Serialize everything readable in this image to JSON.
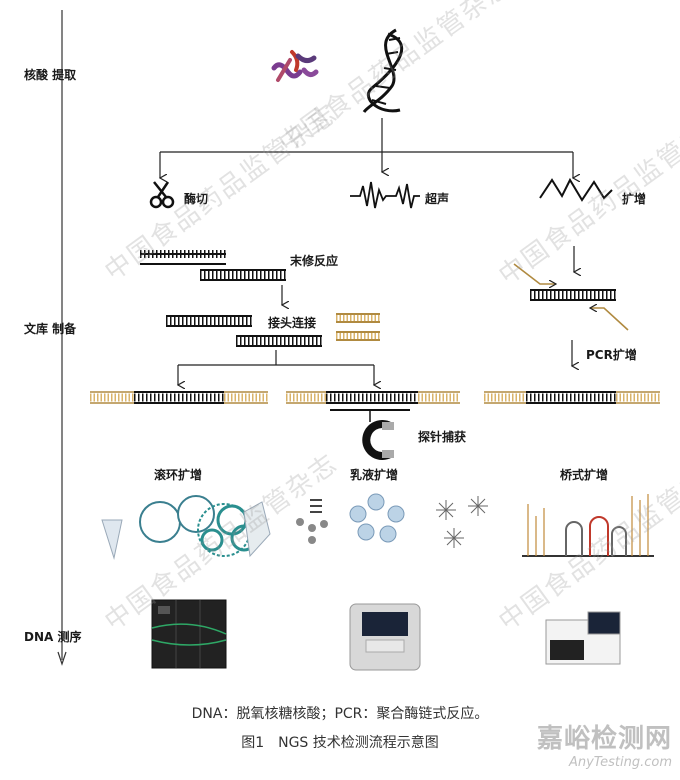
{
  "stages": {
    "extraction": "核酸 提取",
    "library": "文库 制备",
    "sequencing": "DNA 测序"
  },
  "fragmentation": {
    "enzyme": "酶切",
    "ultrasound": "超声",
    "amplification": "扩增"
  },
  "library_steps": {
    "end_repair": "末修反应",
    "adapter_ligation": "接头连接",
    "pcr_amplification": "PCR扩增",
    "probe_capture": "探针捕获"
  },
  "template_amplification": {
    "rolling_circle": "滚环扩增",
    "emulsion": "乳液扩增",
    "bridge": "桥式扩增"
  },
  "caption": {
    "abbreviations": "DNA：脱氧核糖核酸；PCR：聚合酶链式反应。",
    "figure_title": "图1　NGS 技术检测流程示意图"
  },
  "watermark": {
    "text": "中国食品药品监管杂志",
    "corner_cn": "嘉峪检测网",
    "corner_en": "AnyTesting.com"
  },
  "colors": {
    "dna_black": "#111111",
    "adapter_tan": "#d9b36a",
    "dna_purple": "#7a3b8f",
    "dna_red": "#c0392b",
    "instrument_green": "#2ea866"
  }
}
